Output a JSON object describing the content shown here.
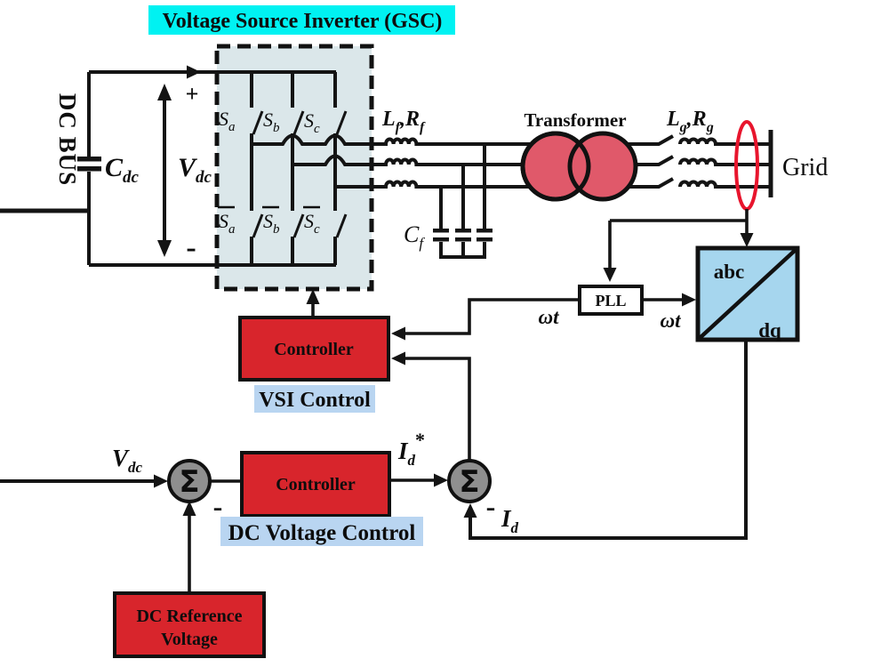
{
  "title": "Voltage Source Inverter (GSC)",
  "colors": {
    "cyan_highlight": "#00f2f2",
    "red_box": "#d8252c",
    "rose_transformer": "#e0596a",
    "abc_dq_fill": "#a6d6ee",
    "caption_highlight": "#b9d5f1",
    "inverter_fill": "#dbe7ea",
    "sum_gray": "#8f8f8f",
    "pll_fill": "#ffffff",
    "wire": "#141414",
    "probe_red": "#e8152d"
  },
  "dc_side": {
    "bus_label": "DC BUS",
    "plus": "+",
    "minus": "-",
    "cap_base": "C",
    "cap_sub": "dc",
    "v_base": "V",
    "v_sub": "dc"
  },
  "inverter": {
    "sa": "S",
    "sa_sub": "a",
    "sb": "S",
    "sb_sub": "b",
    "sc": "S",
    "sc_sub": "c",
    "sbar_a": "S",
    "sbar_a_sub": "a",
    "sbar_b": "S",
    "sbar_b_sub": "b",
    "sbar_c": "S",
    "sbar_c_sub": "c"
  },
  "filter": {
    "l_base": "L",
    "l_sub": "f",
    "comma": ",",
    "r_base": "R",
    "r_sub": "f",
    "c_base": "C",
    "c_sub": "f"
  },
  "grid_side": {
    "transformer": "Transformer",
    "l_base": "L",
    "l_sub": "g",
    "comma": ",",
    "r_base": "R",
    "r_sub": "g",
    "grid": "Grid"
  },
  "measurement": {
    "pll": "PLL",
    "abc": "abc",
    "dq": "dq",
    "wt_left": "ωt",
    "wt_right": "ωt"
  },
  "vsi_control": {
    "controller": "Controller",
    "caption": "VSI Control"
  },
  "dc_control": {
    "v_base": "V",
    "v_sub": "dc",
    "sigma_left": "Σ",
    "minus_left": "-",
    "controller": "Controller",
    "caption": "DC Voltage Control",
    "id_ref_base": "I",
    "id_ref_sub": "d",
    "id_ref_sup": "*",
    "sigma_right": "Σ",
    "minus_right": "-",
    "id_base": "I",
    "id_sub": "d",
    "ref_box_line1": "DC Reference",
    "ref_box_line2": "Voltage"
  }
}
